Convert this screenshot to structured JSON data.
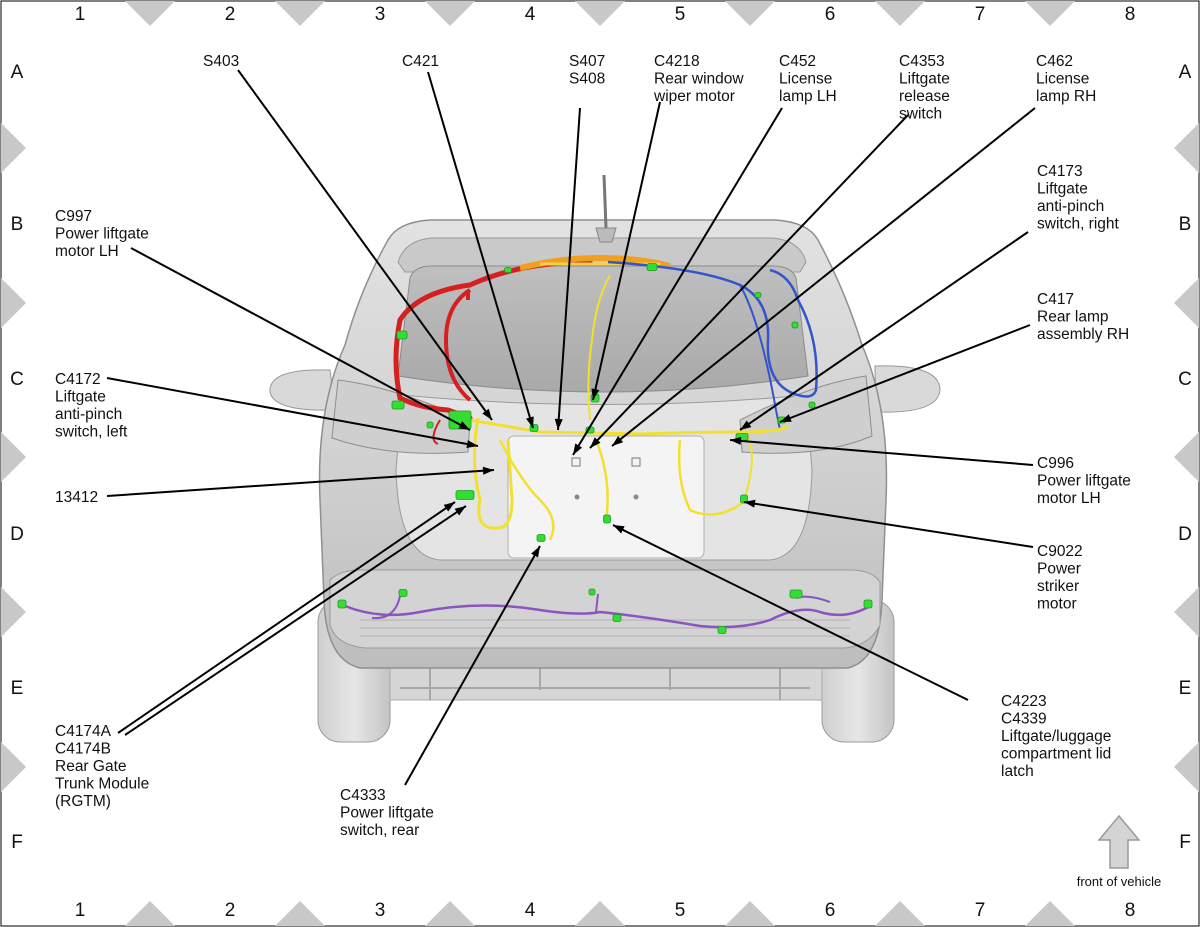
{
  "grid": {
    "columns": [
      "1",
      "2",
      "3",
      "4",
      "5",
      "6",
      "7",
      "8"
    ],
    "rows": [
      "A",
      "B",
      "C",
      "D",
      "E",
      "F"
    ]
  },
  "footer": {
    "front_of_vehicle": "front of vehicle"
  },
  "callouts": {
    "s403": [
      "S403"
    ],
    "c421": [
      "C421"
    ],
    "s407_s408": [
      "S407",
      "S408"
    ],
    "c4218": [
      "C4218",
      "Rear window",
      "wiper motor"
    ],
    "c452": [
      "C452",
      "License",
      "lamp LH"
    ],
    "c4353": [
      "C4353",
      "Liftgate",
      "release",
      "switch"
    ],
    "c462": [
      "C462",
      "License",
      "lamp RH"
    ],
    "c997": [
      "C997",
      "Power liftgate",
      "motor LH"
    ],
    "c4173": [
      "C4173",
      "Liftgate",
      "anti-pinch",
      "switch, right"
    ],
    "c417": [
      "C417",
      "Rear lamp",
      "assembly RH"
    ],
    "c4172": [
      "C4172",
      "Liftgate",
      "anti-pinch",
      "switch, left"
    ],
    "c996": [
      "C996",
      "Power liftgate",
      "motor LH"
    ],
    "n13412": [
      "13412"
    ],
    "c9022": [
      "C9022",
      "Power",
      "striker",
      "motor"
    ],
    "c4223": [
      "C4223",
      "C4339",
      "Liftgate/luggage",
      "compartment lid",
      "latch"
    ],
    "c4174": [
      "C4174A",
      "C4174B",
      "Rear Gate",
      "Trunk Module",
      "(RGTM)"
    ],
    "c4333": [
      "C4333",
      "Power liftgate",
      "switch, rear"
    ]
  },
  "colors": {
    "wire_red": "#d42020",
    "wire_blue": "#3355cc",
    "wire_yellow": "#f2e030",
    "wire_orange": "#f0a020",
    "wire_purple": "#8a55c0",
    "connector_green": "#33dd33",
    "border_diamond": "#c8c8c8"
  }
}
